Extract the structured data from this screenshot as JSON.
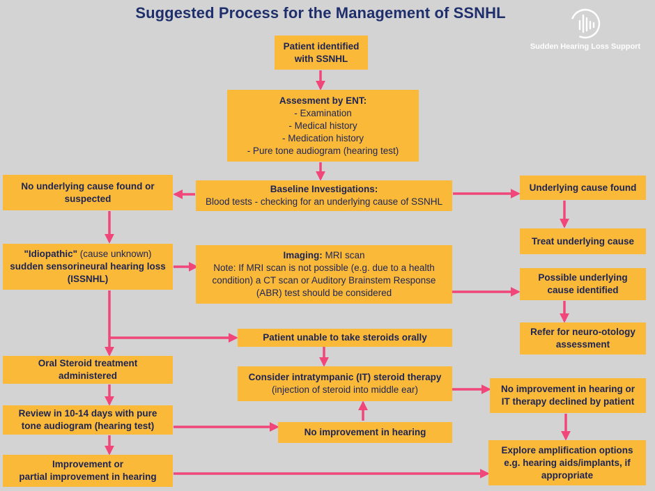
{
  "title": "Suggested Process for the Management of SSNHL",
  "brand": {
    "name": "Sudden Hearing Loss Support",
    "logo_icon": "sound-wave-circle-icon"
  },
  "colors": {
    "background": "#d3d3d3",
    "box": "#fbb93a",
    "arrow": "#f0467a",
    "title": "#1f2f6b",
    "text": "#1c2454"
  },
  "nodes": {
    "patient_identified": {
      "line1": "Patient identified",
      "line2": "with SSNHL"
    },
    "assessment": {
      "heading": "Assesment by ENT:",
      "items": [
        "- Examination",
        "- Medical history",
        "- Medication history",
        "- Pure tone audiogram (hearing test)"
      ]
    },
    "baseline": {
      "heading": "Baseline Investigations:",
      "text": "Blood tests - checking for an underlying cause of SSNHL"
    },
    "no_cause": {
      "line1": "No underlying cause found or",
      "line2": "suspected"
    },
    "cause_found": {
      "text": "Underlying cause found"
    },
    "treat_cause": {
      "text": "Treat underlying cause"
    },
    "idiopathic": {
      "quoted": "\"Idiopathic\"",
      "paren": " (cause unknown)",
      "line2": "sudden sensorineural hearing loss",
      "line3": "(ISSNHL)"
    },
    "imaging": {
      "heading": "Imaging:",
      "heading_rest": " MRI scan",
      "note1": "Note: If MRI scan is not possible  (e.g. due to a health",
      "note2": "condition) a CT scan or Auditory Brainstem Response",
      "note3": "(ABR) test should be considered"
    },
    "possible_cause": {
      "line1": "Possible underlying",
      "line2": "cause identified"
    },
    "refer": {
      "line1": "Refer for neuro-otology",
      "line2": "assessment"
    },
    "unable_steroids": {
      "text": "Patient unable to take steroids orally"
    },
    "oral_steroid": {
      "line1": "Oral Steroid treatment",
      "line2": "administered"
    },
    "it_therapy": {
      "heading": "Consider intratympanic  (IT) steroid therapy",
      "sub": "(injection of steroid into middle ear)"
    },
    "no_improvement_it": {
      "line1": "No improvement in hearing or",
      "line2": "IT therapy declined by patient"
    },
    "review": {
      "line1": "Review in 10-14 days with pure",
      "line2": "tone audiogram (hearing test)"
    },
    "no_improvement": {
      "text": "No improvement in hearing"
    },
    "improvement": {
      "line1": "Improvement or",
      "line2": "partial improvement in hearing"
    },
    "amplification": {
      "line1": "Explore amplification options",
      "line2": "e.g. hearing aids/implants, if",
      "line3": "appropriate"
    }
  }
}
